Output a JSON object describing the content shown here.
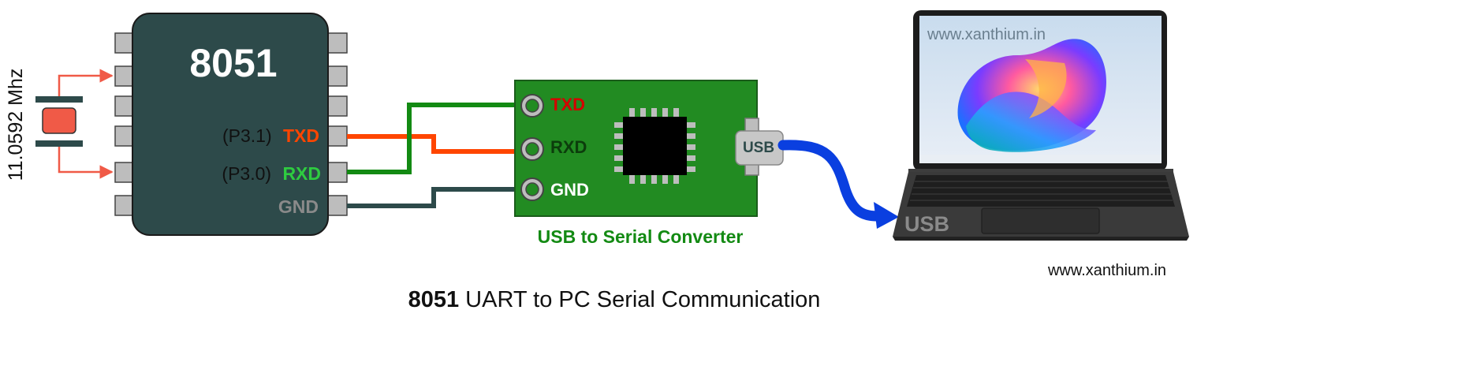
{
  "mcu": {
    "label": "8051",
    "fill": "#2d4a4a"
  },
  "crystal": {
    "label": "11.0592 Mhz",
    "color": "#f05a47"
  },
  "mcu_pins": {
    "txd_port": "(P3.1)",
    "txd": "TXD",
    "rxd_port": "(P3.0)",
    "rxd": "RXD",
    "gnd": "GND"
  },
  "converter": {
    "title": "USB to Serial Converter",
    "txd": "TXD",
    "rxd": "RXD",
    "gnd": "GND",
    "usb_port": "USB",
    "board_color": "#228b22"
  },
  "laptop": {
    "watermark": "www.xanthium.in",
    "usb_label": "USB"
  },
  "footer": {
    "website": "www.xanthium.in",
    "title_bold": "8051",
    "title_rest": " UART to PC Serial Communication"
  },
  "colors": {
    "txd_wire": "#ff4500",
    "rxd_wire": "#138a13",
    "gnd_wire": "#2d4a4a",
    "usb_cable": "#0a3fe0",
    "txd_text_mcu": "#ff4500",
    "rxd_text_mcu": "#2ecc40",
    "txd_text_conv": "#d40000",
    "rxd_text_conv": "#0c3d0c"
  }
}
